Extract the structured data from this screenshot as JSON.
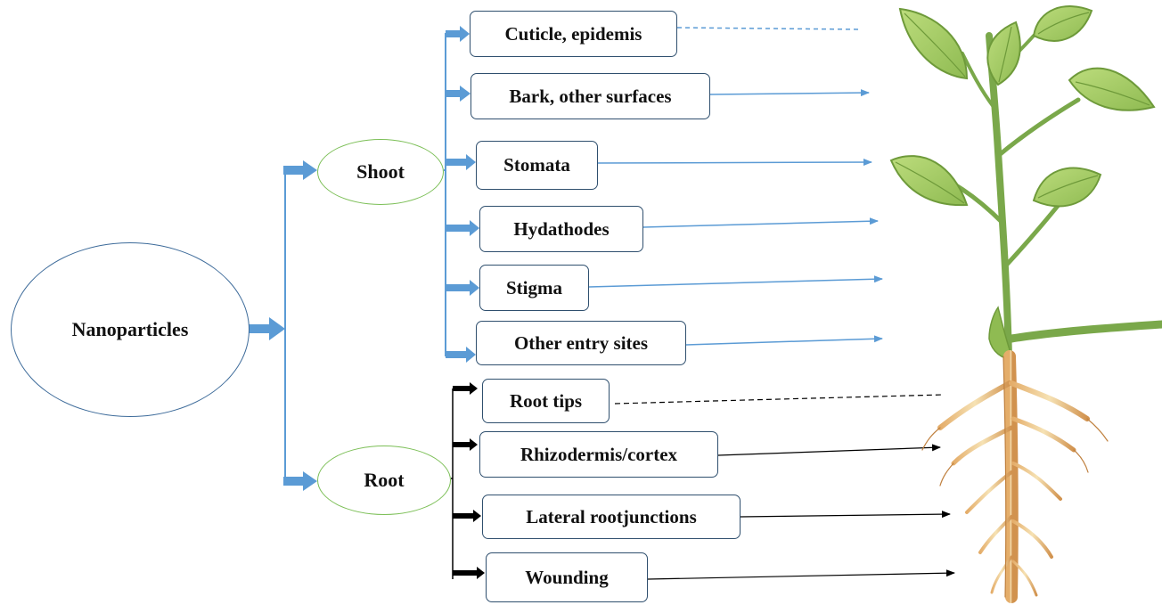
{
  "diagram": {
    "source": "Nanoparticles",
    "pathways": [
      {
        "label": "Shoot",
        "color": "#5b9bd5",
        "sites": [
          "Cuticle, epidemis",
          "Bark, other surfaces",
          "Stomata",
          "Hydathodes",
          "Stigma",
          "Other entry sites"
        ]
      },
      {
        "label": "Root",
        "color": "#000000",
        "sites": [
          "Root tips",
          "Rhizodermis/cortex",
          "Lateral rootjunctions",
          "Wounding"
        ]
      }
    ],
    "plant_illustration": "plant-with-leaves-and-roots",
    "colors": {
      "shoot_connector": "#5b9bd5",
      "root_connector": "#000000",
      "node_ellipse_border": "#7cbf57",
      "main_ellipse_border": "#3d6b9a",
      "box_border": "#2f4f6e",
      "leaf": "#a8cf6a",
      "leaf_edge": "#6e9a3a",
      "stem": "#7aa84a",
      "root": "#d49a5a"
    }
  }
}
